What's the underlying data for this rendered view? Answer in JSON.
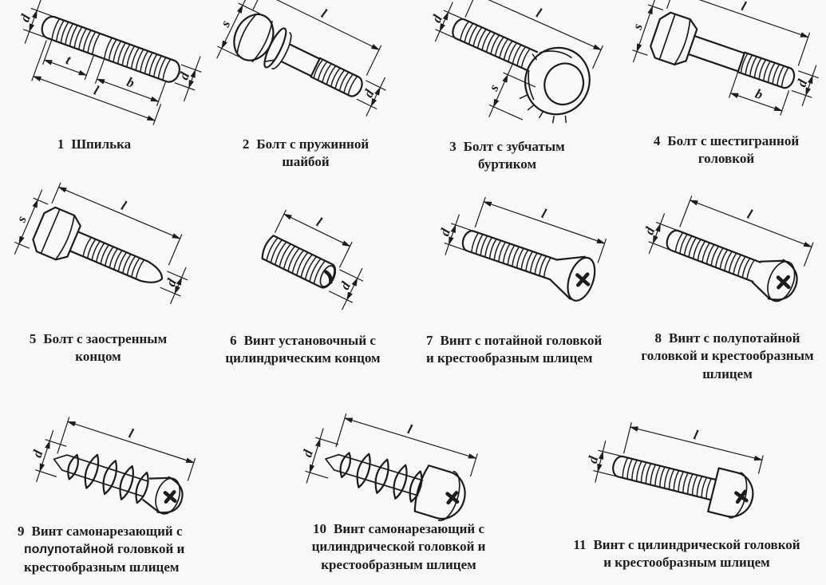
{
  "page": {
    "background_color": "#f8f8f8",
    "ink_color": "#1c1c1c"
  },
  "items": [
    {
      "num": "1",
      "lines": [
        "Шпилька"
      ],
      "dims": {
        "d_left": "d",
        "d_right": "d",
        "t": "t",
        "b": "b",
        "l": "l"
      }
    },
    {
      "num": "2",
      "lines": [
        "Болт с пружинной",
        "шайбой"
      ],
      "dims": {
        "l": "l",
        "s": "s",
        "d": "d"
      }
    },
    {
      "num": "3",
      "lines": [
        "Болт с зубчатым",
        "буртиком"
      ],
      "dims": {
        "l": "l",
        "d": "d",
        "s": "s"
      }
    },
    {
      "num": "4",
      "lines": [
        "Болт с шестигранной",
        "головкой"
      ],
      "dims": {
        "l": "l",
        "s": "s",
        "d": "d",
        "b": "b"
      }
    },
    {
      "num": "5",
      "lines": [
        "Болт с заостренным",
        "концом"
      ],
      "dims": {
        "l": "l",
        "s": "s",
        "d": "d"
      }
    },
    {
      "num": "6",
      "lines": [
        "Винт установочный с",
        "цилиндрическим концом"
      ],
      "dims": {
        "l": "l",
        "d": "d"
      }
    },
    {
      "num": "7",
      "lines": [
        "Винт с потайной головкой",
        "и крестообразным шлицем"
      ],
      "dims": {
        "l": "l",
        "d": "d"
      }
    },
    {
      "num": "8",
      "lines": [
        "Винт с  полупотайной",
        "головкой и крестообразным",
        "шлицем"
      ],
      "dims": {
        "l": "l",
        "d": "d"
      }
    },
    {
      "num": "9",
      "lines": [
        "Винт самонарезающий с",
        [
          "полупотайной",
          "головкой и"
        ],
        "крестообразным шлицем"
      ],
      "dims": {
        "l": "l",
        "d": "d"
      }
    },
    {
      "num": "10",
      "lines": [
        "Винт самонарезающий с",
        "цилиндрической головкой и",
        "крестообразным шлицем"
      ],
      "dims": {
        "l": "l",
        "d": "d"
      }
    },
    {
      "num": "11",
      "lines": [
        "Винт с цилиндрической головкой",
        "и крестообразным шлицем"
      ],
      "dims": {
        "l": "l",
        "d": "d"
      }
    }
  ]
}
